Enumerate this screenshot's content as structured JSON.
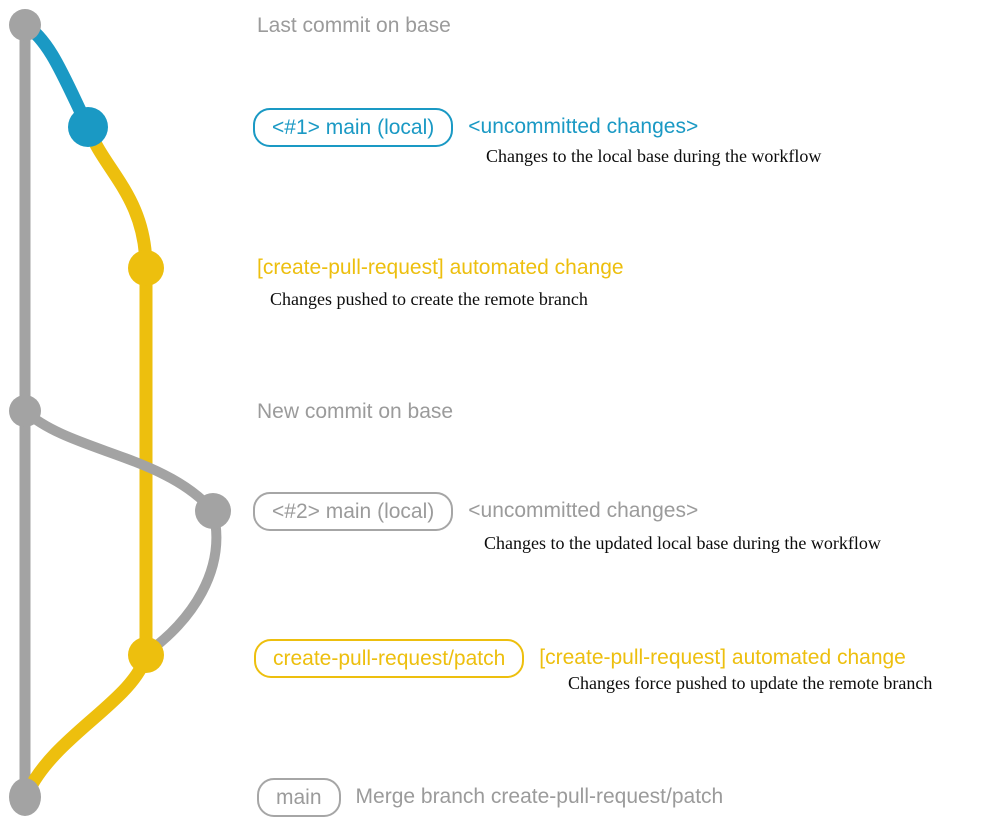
{
  "colors": {
    "branch_gray": "#a3a3a3",
    "branch_blue": "#1a99c4",
    "branch_yellow": "#edbf0e",
    "text_gray": "#9b9b9b",
    "note_black": "#0c0c0c"
  },
  "rows": {
    "last_commit": {
      "label": "Last commit on base"
    },
    "commit1": {
      "badge": "<#1> main (local)",
      "title": "<uncommitted changes>",
      "note": "Changes to the local base during the workflow"
    },
    "cpr1": {
      "title": "[create-pull-request] automated change",
      "note": "Changes pushed to create the remote branch"
    },
    "new_commit": {
      "label": "New commit on base"
    },
    "commit2": {
      "badge": "<#2> main (local)",
      "title": "<uncommitted changes>",
      "note": "Changes to the updated local base during the workflow"
    },
    "cpr2": {
      "badge": "create-pull-request/patch",
      "title": "[create-pull-request] automated change",
      "note": "Changes force pushed to update the remote branch"
    },
    "merge": {
      "badge": "main",
      "label": "Merge branch create-pull-request/patch"
    }
  }
}
